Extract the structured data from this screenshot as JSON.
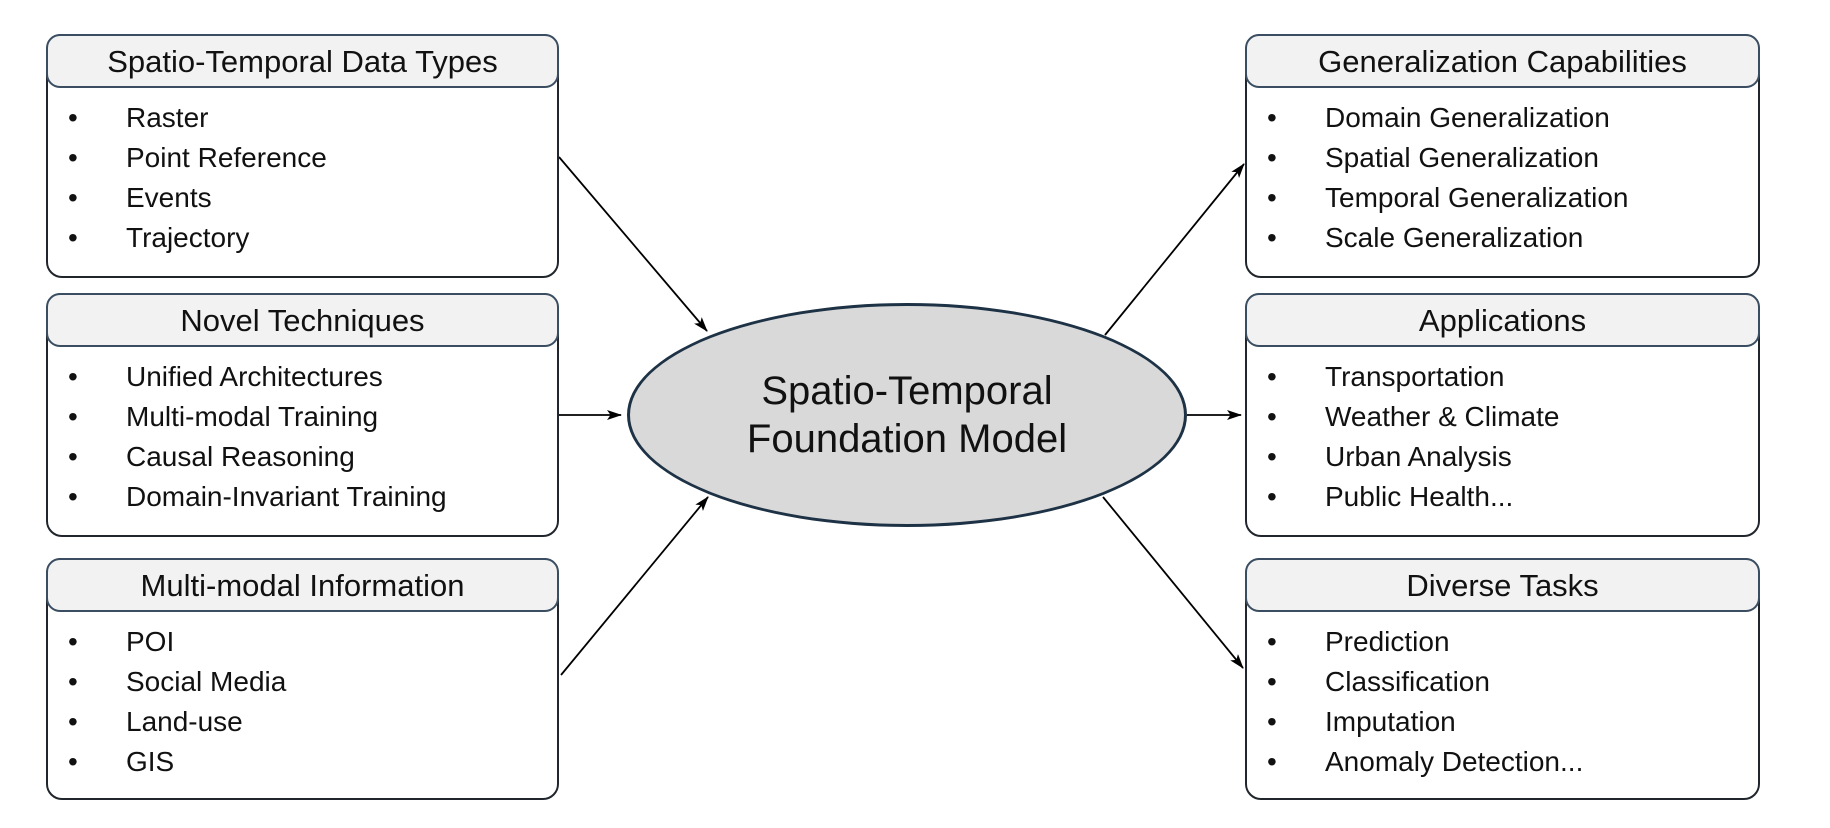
{
  "bullet_char": "•",
  "center": {
    "line1": "Spatio-Temporal",
    "line2": "Foundation Model"
  },
  "left_boxes": [
    {
      "title": "Spatio-Temporal Data Types",
      "items": [
        "Raster",
        "Point Reference",
        "Events",
        "Trajectory"
      ]
    },
    {
      "title": "Novel Techniques",
      "items": [
        "Unified Architectures",
        "Multi-modal Training",
        "Causal Reasoning",
        "Domain-Invariant Training"
      ]
    },
    {
      "title": "Multi-modal Information",
      "items": [
        "POI",
        "Social Media",
        "Land-use",
        "GIS"
      ]
    }
  ],
  "right_boxes": [
    {
      "title": "Generalization Capabilities",
      "items": [
        "Domain Generalization",
        "Spatial Generalization",
        "Temporal Generalization",
        "Scale Generalization"
      ]
    },
    {
      "title": "Applications",
      "items": [
        "Transportation",
        "Weather & Climate",
        "Urban Analysis",
        "Public Health..."
      ]
    },
    {
      "title": "Diverse Tasks",
      "items": [
        "Prediction",
        "Classification",
        "Imputation",
        "Anomaly Detection..."
      ]
    }
  ],
  "colors": {
    "canvas_bg": "#ffffff",
    "box_border": "#21262c",
    "header_border": "#3a4d61",
    "header_fill": "#f2f2f2",
    "ellipse_fill": "#d9d9d9",
    "ellipse_border": "#1e3246",
    "text": "#111111",
    "arrow": "#000000"
  }
}
